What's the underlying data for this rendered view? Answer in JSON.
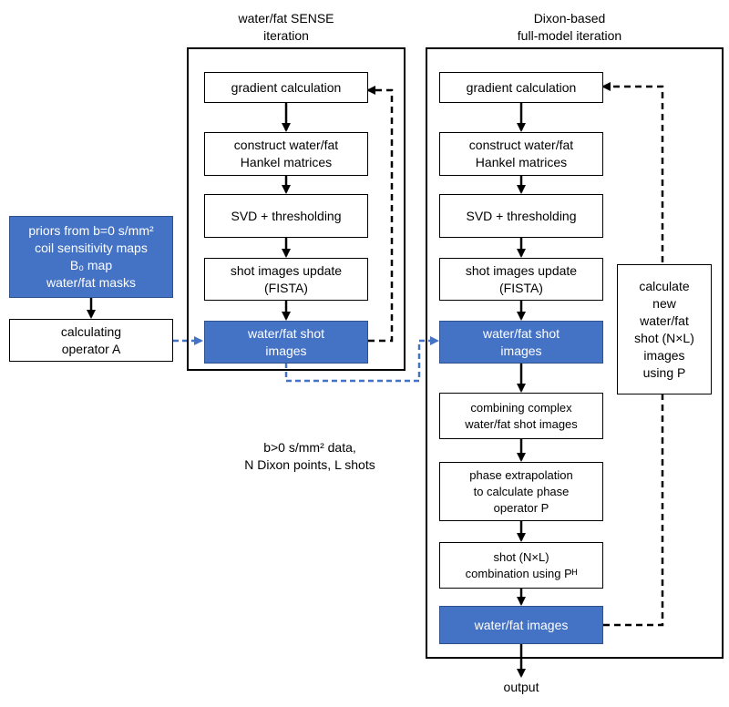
{
  "sense": {
    "title": [
      "water/fat SENSE",
      "iteration"
    ],
    "gradient": "gradient calculation",
    "hankel": [
      "construct water/fat",
      "Hankel matrices"
    ],
    "svd": "SVD + thresholding",
    "update": [
      "shot images update",
      "(FISTA)"
    ],
    "shot_images": [
      "water/fat shot",
      "images"
    ]
  },
  "dixon": {
    "title": [
      "Dixon-based",
      "full-model iteration"
    ],
    "gradient": "gradient calculation",
    "hankel": [
      "construct water/fat",
      "Hankel matrices"
    ],
    "svd": "SVD + thresholding",
    "update": [
      "shot images update",
      "(FISTA)"
    ],
    "shot_images": [
      "water/fat shot",
      "images"
    ],
    "combining": [
      "combining complex",
      "water/fat shot images"
    ],
    "phase": [
      "phase extrapolation",
      "to calculate phase",
      "operator P"
    ],
    "shot_combination": [
      "shot (N×L)",
      "combination using Pᴴ"
    ],
    "images": "water/fat images",
    "output": "output",
    "calculate_new": [
      "calculate",
      "new",
      "water/fat",
      "shot (N×L)",
      "images",
      "using P"
    ]
  },
  "priors": [
    "priors from b=0 s/mm²",
    "coil sensitivity maps",
    "B₀ map",
    "water/fat masks"
  ],
  "operator": [
    "calculating",
    "operator A"
  ],
  "data_note": [
    "b>0 s/mm² data,",
    "N Dixon points, L shots"
  ],
  "colors": {
    "box_blue": "#4472c4",
    "dashed_blue": "#4472c4",
    "line": "#000000"
  }
}
